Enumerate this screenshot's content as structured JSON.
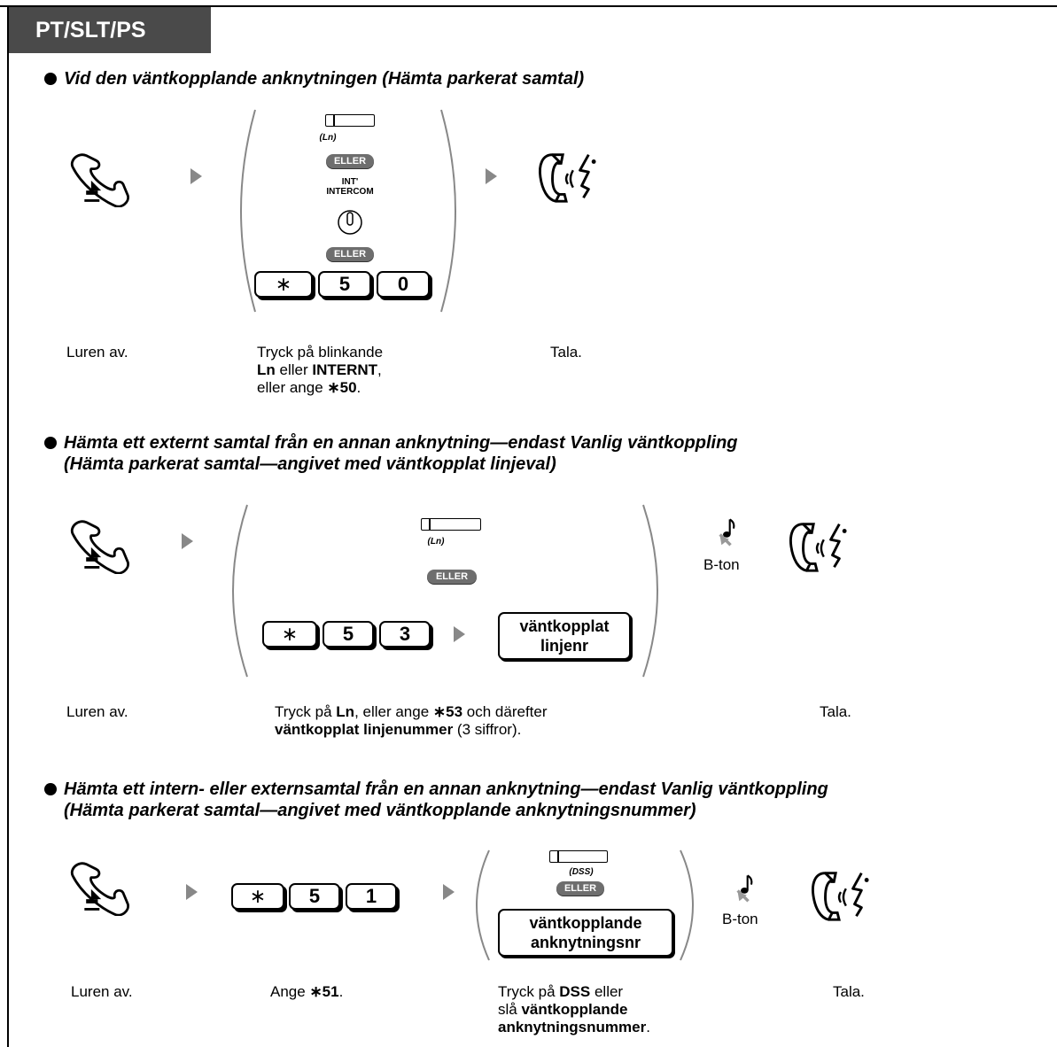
{
  "header": {
    "tab_label": "PT/SLT/PS"
  },
  "sections": [
    {
      "heading": "Vid den väntkopplande anknytningen (Hämta parkerat samtal)",
      "step1_caption": "Luren av.",
      "ln_label": "(Ln)",
      "eller": "ELLER",
      "int_label_1": "INT'",
      "int_label_2": "INTERCOM",
      "keys": [
        "∗",
        "5",
        "0"
      ],
      "step2_caption": {
        "line1": "Tryck på blinkande",
        "ln": "Ln",
        "eller_word": " eller ",
        "internt": "INTERNT",
        "comma": ",",
        "line3_pre": "eller ange ",
        "code": "∗50",
        "period": "."
      },
      "step3_caption": "Tala."
    },
    {
      "heading_line1": "Hämta ett externt samtal från en annan anknytning—endast Vanlig väntkoppling",
      "heading_line2": "(Hämta parkerat samtal—angivet med väntkopplat linjeval)",
      "step1_caption": "Luren av.",
      "ln_label": "(Ln)",
      "eller": "ELLER",
      "keys": [
        "∗",
        "5",
        "3"
      ],
      "box_line1": "väntkopplat",
      "box_line2": "linjenr",
      "tone_label": "B-ton",
      "step2_caption": {
        "pre": "Tryck på ",
        "ln": "Ln",
        "mid": ", eller ange ",
        "code": "∗53",
        "post": " och därefter",
        "bold2": "väntkopplat linjenummer",
        "post2": " (3 siffror)."
      },
      "step3_caption": "Tala."
    },
    {
      "heading_line1": "Hämta ett intern- eller externsamtal från en annan anknytning—endast Vanlig väntkoppling",
      "heading_line2": "(Hämta parkerat samtal—angivet med väntkopplande anknytningsnummer)",
      "step1_caption": "Luren av.",
      "keys": [
        "∗",
        "5",
        "1"
      ],
      "step2_caption": {
        "pre": "Ange ",
        "code": "∗51",
        "post": "."
      },
      "dss_label": "(DSS)",
      "eller": "ELLER",
      "box_line1": "väntkopplande",
      "box_line2": "anknytningsnr",
      "tone_label": "B-ton",
      "step3_caption": {
        "pre": "Tryck på ",
        "dss": "DSS",
        "mid": " eller",
        "line2_pre": "slå ",
        "bold2": "väntkopplande",
        "bold3": "anknytningsnummer",
        "period": "."
      },
      "step4_caption": "Tala."
    }
  ],
  "icons": {
    "offhook": "offhook-handset-icon",
    "talk": "talk-icon",
    "tone": "tone-note-icon",
    "jog": "jog-dial-icon"
  }
}
